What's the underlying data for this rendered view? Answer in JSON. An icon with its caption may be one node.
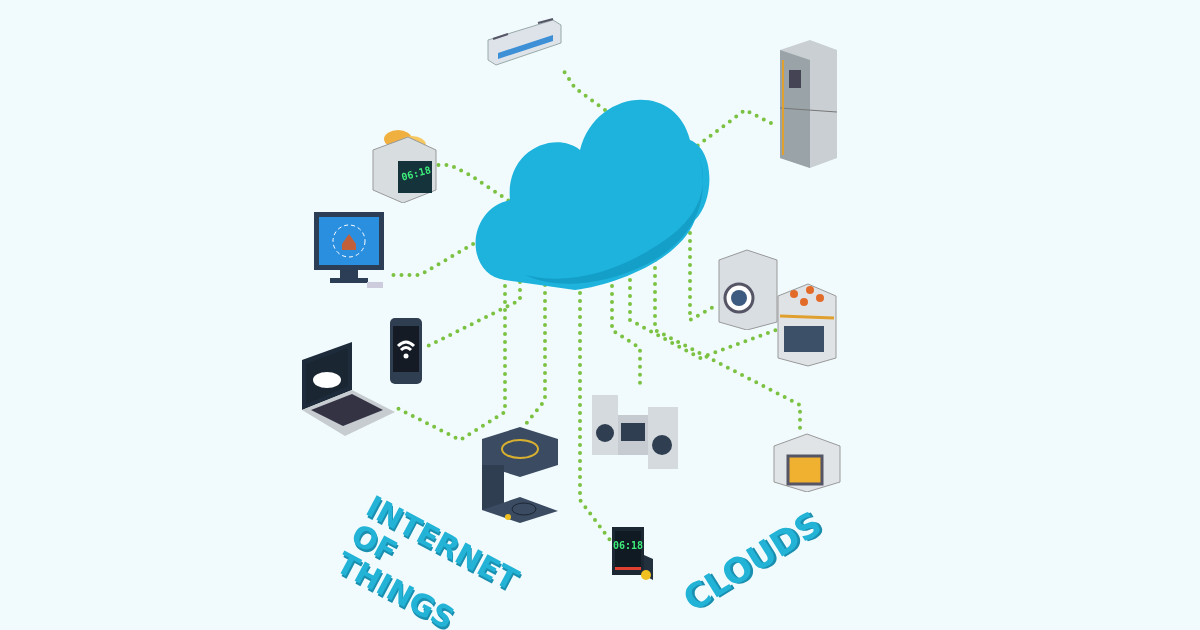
{
  "diagram": {
    "nodes": [
      {
        "text": [],
        "shape": "cloud"
      },
      {
        "text": [],
        "shape": "picture"
      },
      {
        "text": [],
        "shape": "picture"
      },
      {
        "text": [],
        "shape": "picture"
      },
      {
        "text": [],
        "shape": "picture"
      },
      {
        "text": [],
        "shape": "picture"
      },
      {
        "text": [],
        "shape": "picture"
      },
      {
        "text": [],
        "shape": "picture"
      },
      {
        "text": [],
        "shape": "picture"
      },
      {
        "text": [],
        "shape": "picture"
      },
      {
        "text": [],
        "shape": "picture"
      },
      {
        "text": [],
        "shape": "picture"
      },
      {
        "text": [],
        "shape": "picture"
      }
    ],
    "edges": [
      {
        "from": 0,
        "to": 1,
        "arrow": "none"
      },
      {
        "from": 0,
        "to": 2,
        "arrow": "none"
      },
      {
        "from": 0,
        "to": 3,
        "arrow": "none"
      },
      {
        "from": 0,
        "to": 4,
        "arrow": "none"
      },
      {
        "from": 0,
        "to": 5,
        "arrow": "none"
      },
      {
        "from": 0,
        "to": 6,
        "arrow": "none"
      },
      {
        "from": 0,
        "to": 7,
        "arrow": "none"
      },
      {
        "from": 0,
        "to": 8,
        "arrow": "none"
      },
      {
        "from": 0,
        "to": 9,
        "arrow": "none"
      },
      {
        "from": 0,
        "to": 10,
        "arrow": "none"
      },
      {
        "from": 0,
        "to": 11,
        "arrow": "none"
      },
      {
        "from": 0,
        "to": 12,
        "arrow": "none"
      }
    ],
    "labels": [
      "06:18",
      "INTERNET OF THINGS",
      "06:18",
      "CLOUDS"
    ]
  }
}
